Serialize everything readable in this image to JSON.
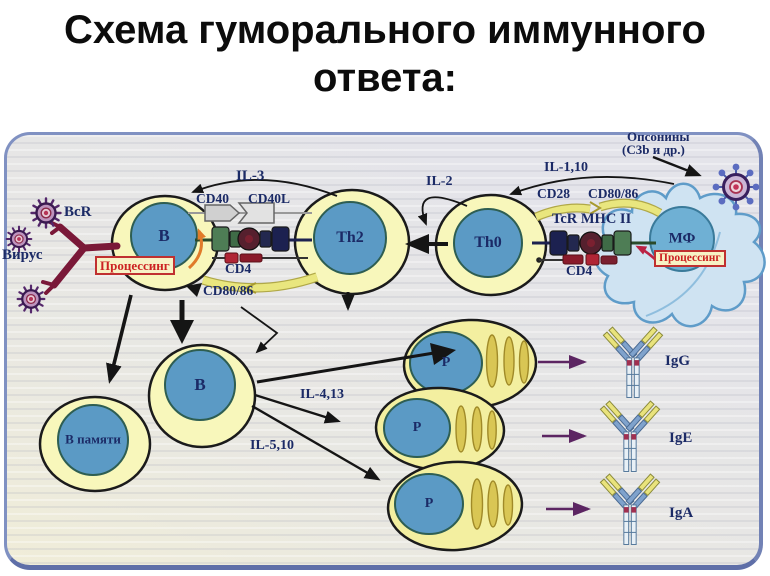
{
  "title": "Схема гуморального иммунного ответа:",
  "colors": {
    "panel_border": "#8091c2",
    "cell_cytoplasm": "#f8f7bb",
    "nucleus": "#5b9ac5",
    "label_text": "#1b2a66",
    "processing_text": "#cc2222",
    "arrow_black": "#151515",
    "arrow_purple": "#5c2562",
    "band_yellow": "#e9e67e",
    "bcr_maroon": "#7a1838"
  },
  "labels": {
    "virus": "Вирус",
    "bcr": "BcR",
    "il3": "IL-3",
    "cd40": "CD40",
    "cd40l": "CD40L",
    "cd4_left": "CD4",
    "cd80_86_left": "CD80/86",
    "processing_left": "Процессинг",
    "il2": "IL-2",
    "il1_10": "IL-1,10",
    "cd28": "CD28",
    "cd80_86_right": "CD80/86",
    "tcr_mhc2": "TcR MHC II",
    "cd4_right": "CD4",
    "opsonins_line1": "Опсонины",
    "opsonins_line2": "(С3b и др.)",
    "processing_right": "Процессинг",
    "il4_13": "IL-4,13",
    "il5_10": "IL-5,10"
  },
  "cells": {
    "b1": "В",
    "th2": "Th2",
    "th0": "Th0",
    "mf": "МФ",
    "b2": "В",
    "b_memory": "В памяти",
    "p1": "Р",
    "p2": "Р",
    "p3": "Р"
  },
  "antibodies": {
    "igg": "IgG",
    "ige": "IgE",
    "iga": "IgA"
  }
}
